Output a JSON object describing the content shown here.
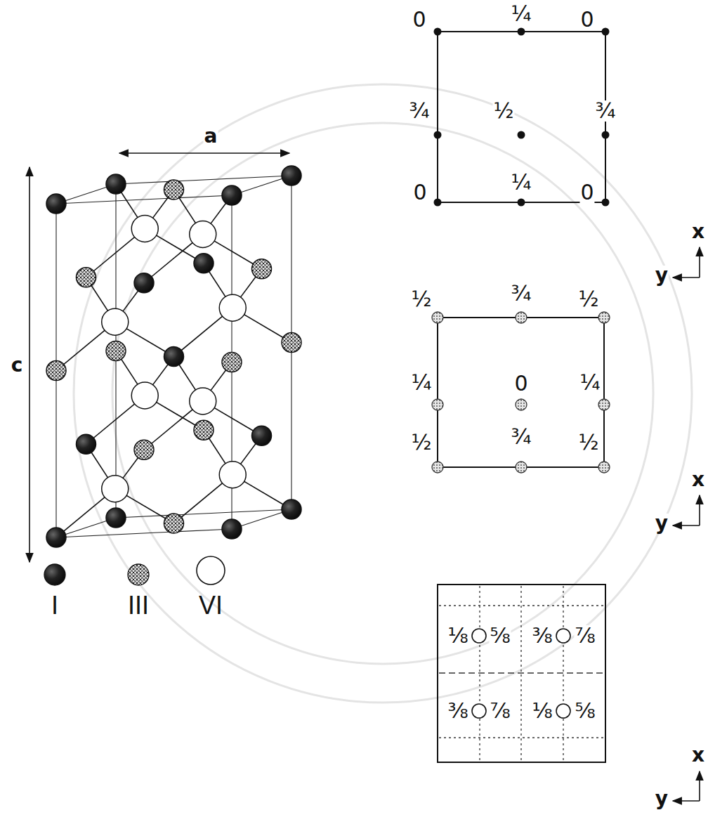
{
  "diagram": {
    "labels": [
      "a",
      "c",
      "0",
      "¼",
      "0",
      "¾",
      "½",
      "¾",
      "0",
      "¼",
      "0",
      "x",
      "y",
      "½",
      "¾",
      "½",
      "¼",
      "0",
      "¼",
      "½",
      "¾",
      "½",
      "x",
      "y",
      "⅛",
      "⅝",
      "⅜",
      "⅞",
      "⅜",
      "⅞",
      "⅛",
      "⅝",
      "x",
      "y"
    ],
    "legend": [
      {
        "text": "I"
      },
      {
        "text": "III"
      },
      {
        "text": "VI"
      }
    ]
  }
}
